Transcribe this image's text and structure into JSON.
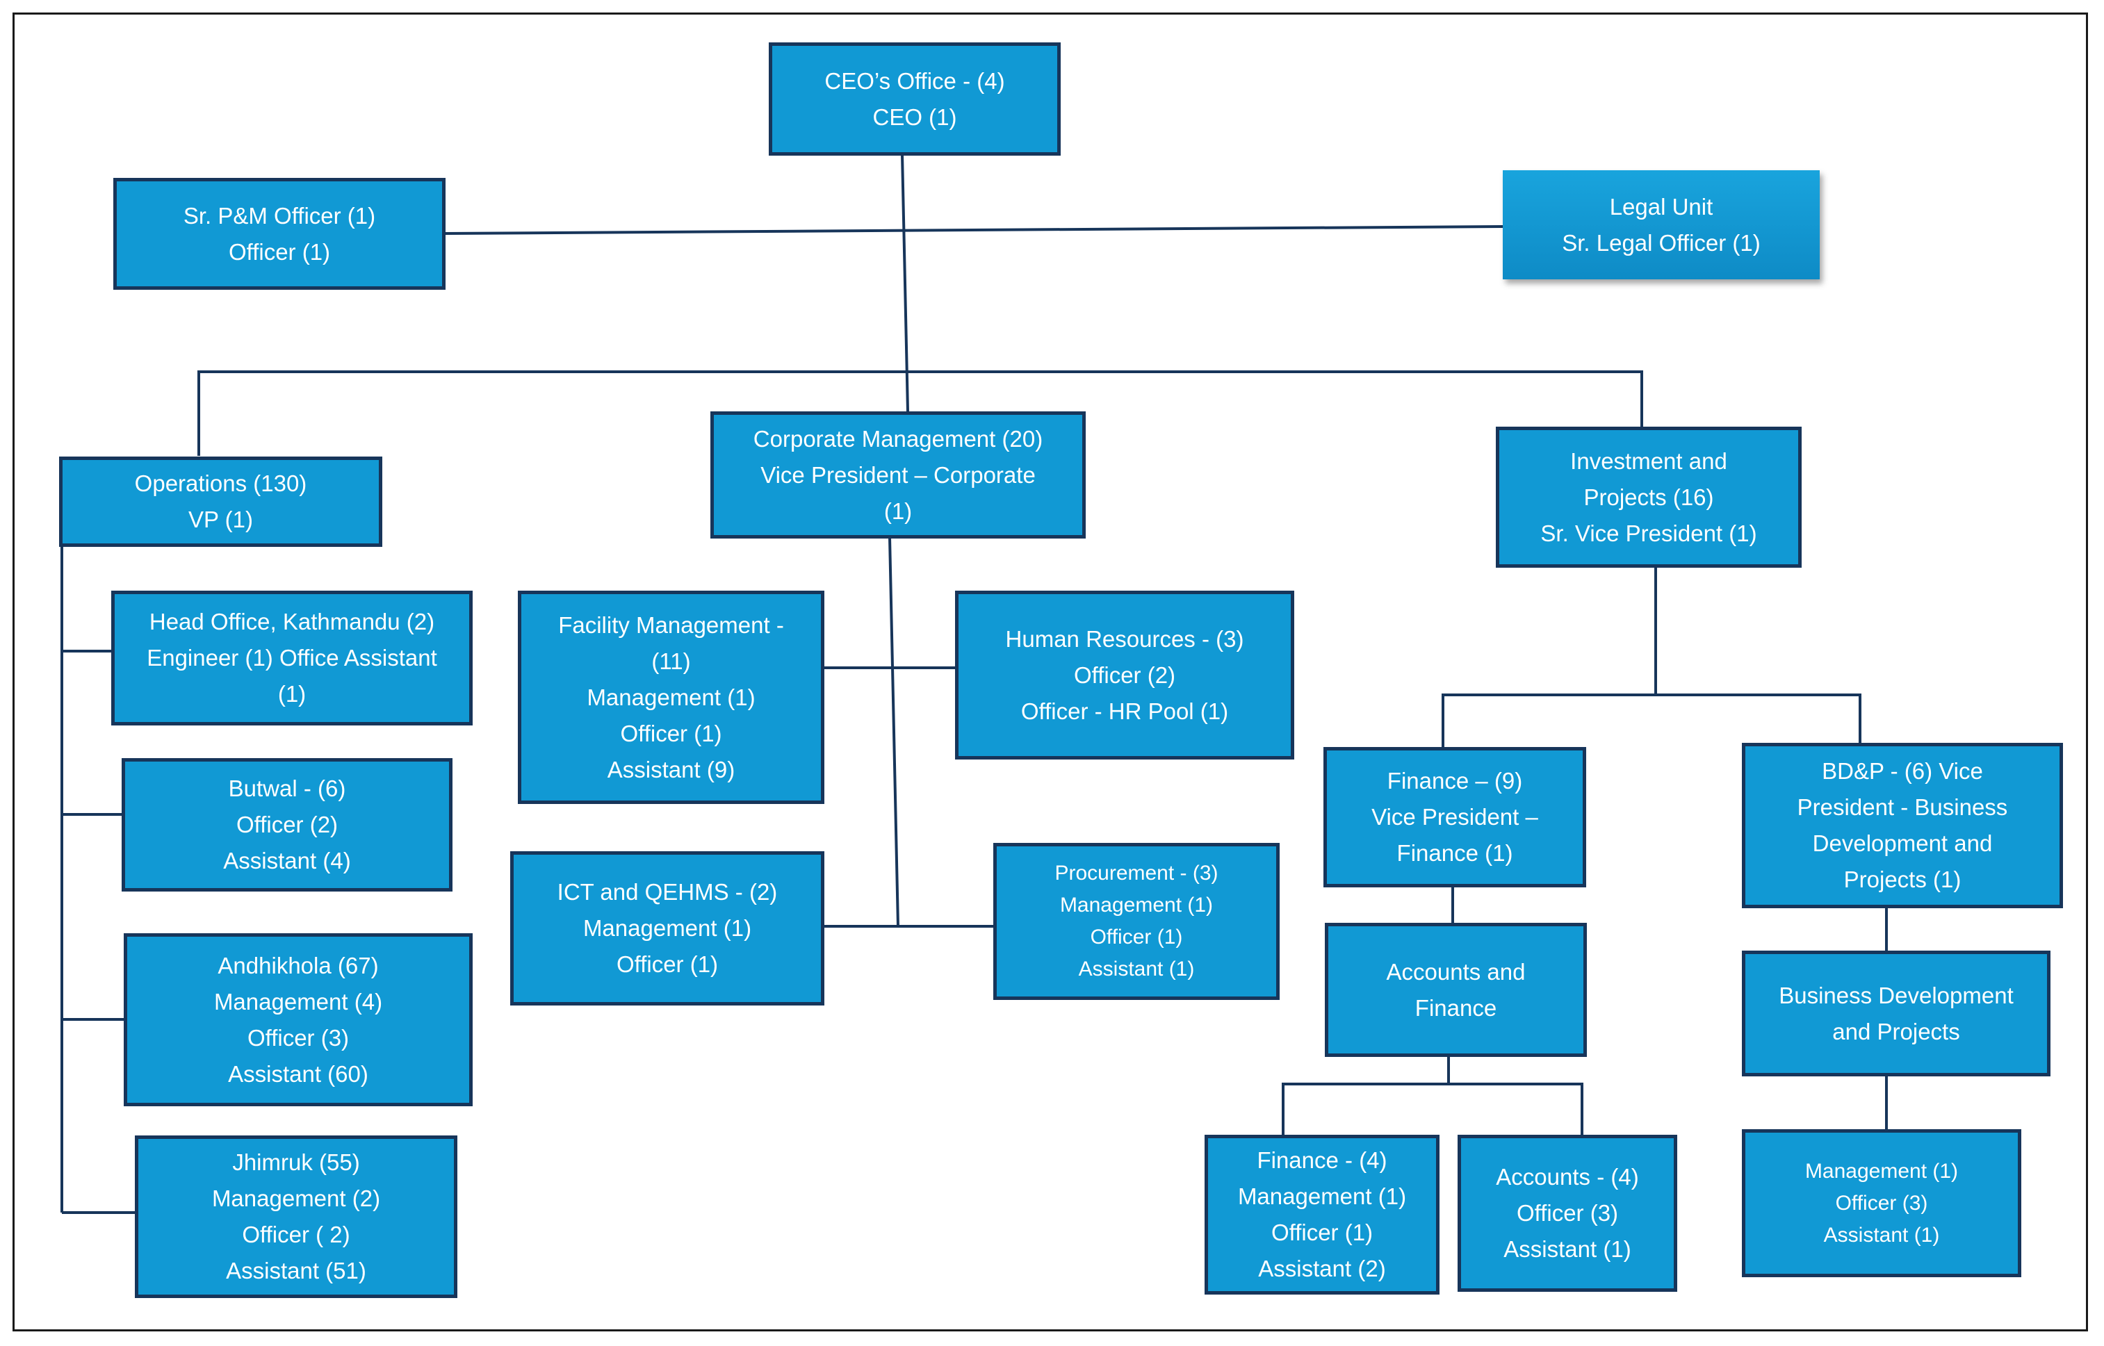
{
  "colors": {
    "box_fill": "#1199d4",
    "box_border": "#17355a",
    "line": "#17355a",
    "text": "#ffffff"
  },
  "nodes": {
    "ceo": [
      "CEO’s Office - (4)",
      "CEO (1)"
    ],
    "pm_officer": [
      "Sr. P&M Officer (1)",
      "Officer (1)"
    ],
    "legal": [
      "Legal Unit",
      "Sr. Legal Officer (1)"
    ],
    "operations": [
      "Operations (130)",
      "VP (1)"
    ],
    "corporate": [
      "Corporate Management (20)",
      "Vice President – Corporate",
      "(1)"
    ],
    "investment": [
      "Investment and",
      "Projects  (16)",
      "Sr. Vice President (1)"
    ],
    "head_office": [
      "Head Office, Kathmandu (2)",
      "Engineer (1) Office Assistant",
      "(1)"
    ],
    "butwal": [
      "Butwal - (6)",
      "Officer (2)",
      "Assistant (4)"
    ],
    "andhikhola": [
      "Andhikhola (67)",
      "Management (4)",
      "Officer (3)",
      "Assistant (60)"
    ],
    "jhimruk": [
      "Jhimruk (55)",
      "Management (2)",
      "Officer ( 2)",
      "Assistant (51)"
    ],
    "facility": [
      "Facility Management -",
      "(11)",
      "Management (1)",
      "Officer (1)",
      "Assistant (9)"
    ],
    "hr": [
      "Human Resources - (3)",
      "Officer (2)",
      "Officer - HR Pool  (1)"
    ],
    "ict": [
      "ICT and QEHMS - (2)",
      "Management (1)",
      "Officer (1)"
    ],
    "procurement": [
      "Procurement - (3)",
      "Management (1)",
      "Officer (1)",
      "Assistant (1)"
    ],
    "finance_vp": [
      "Finance – (9)",
      "Vice President –",
      "Finance (1)"
    ],
    "bdp": [
      "BD&P  - (6) Vice",
      "President - Business",
      "Development and",
      "Projects  (1)"
    ],
    "accounts_finance": [
      "Accounts and",
      "Finance"
    ],
    "bd_projects": [
      "Business Development",
      "and Projects"
    ],
    "finance_unit": [
      "Finance - (4)",
      "Management (1)",
      "Officer (1)",
      "Assistant (2)"
    ],
    "accounts_unit": [
      "Accounts - (4)",
      "Officer (3)",
      "Assistant (1)"
    ],
    "bd_unit": [
      "Management (1)",
      "Officer (3)",
      "Assistant (1)"
    ]
  }
}
